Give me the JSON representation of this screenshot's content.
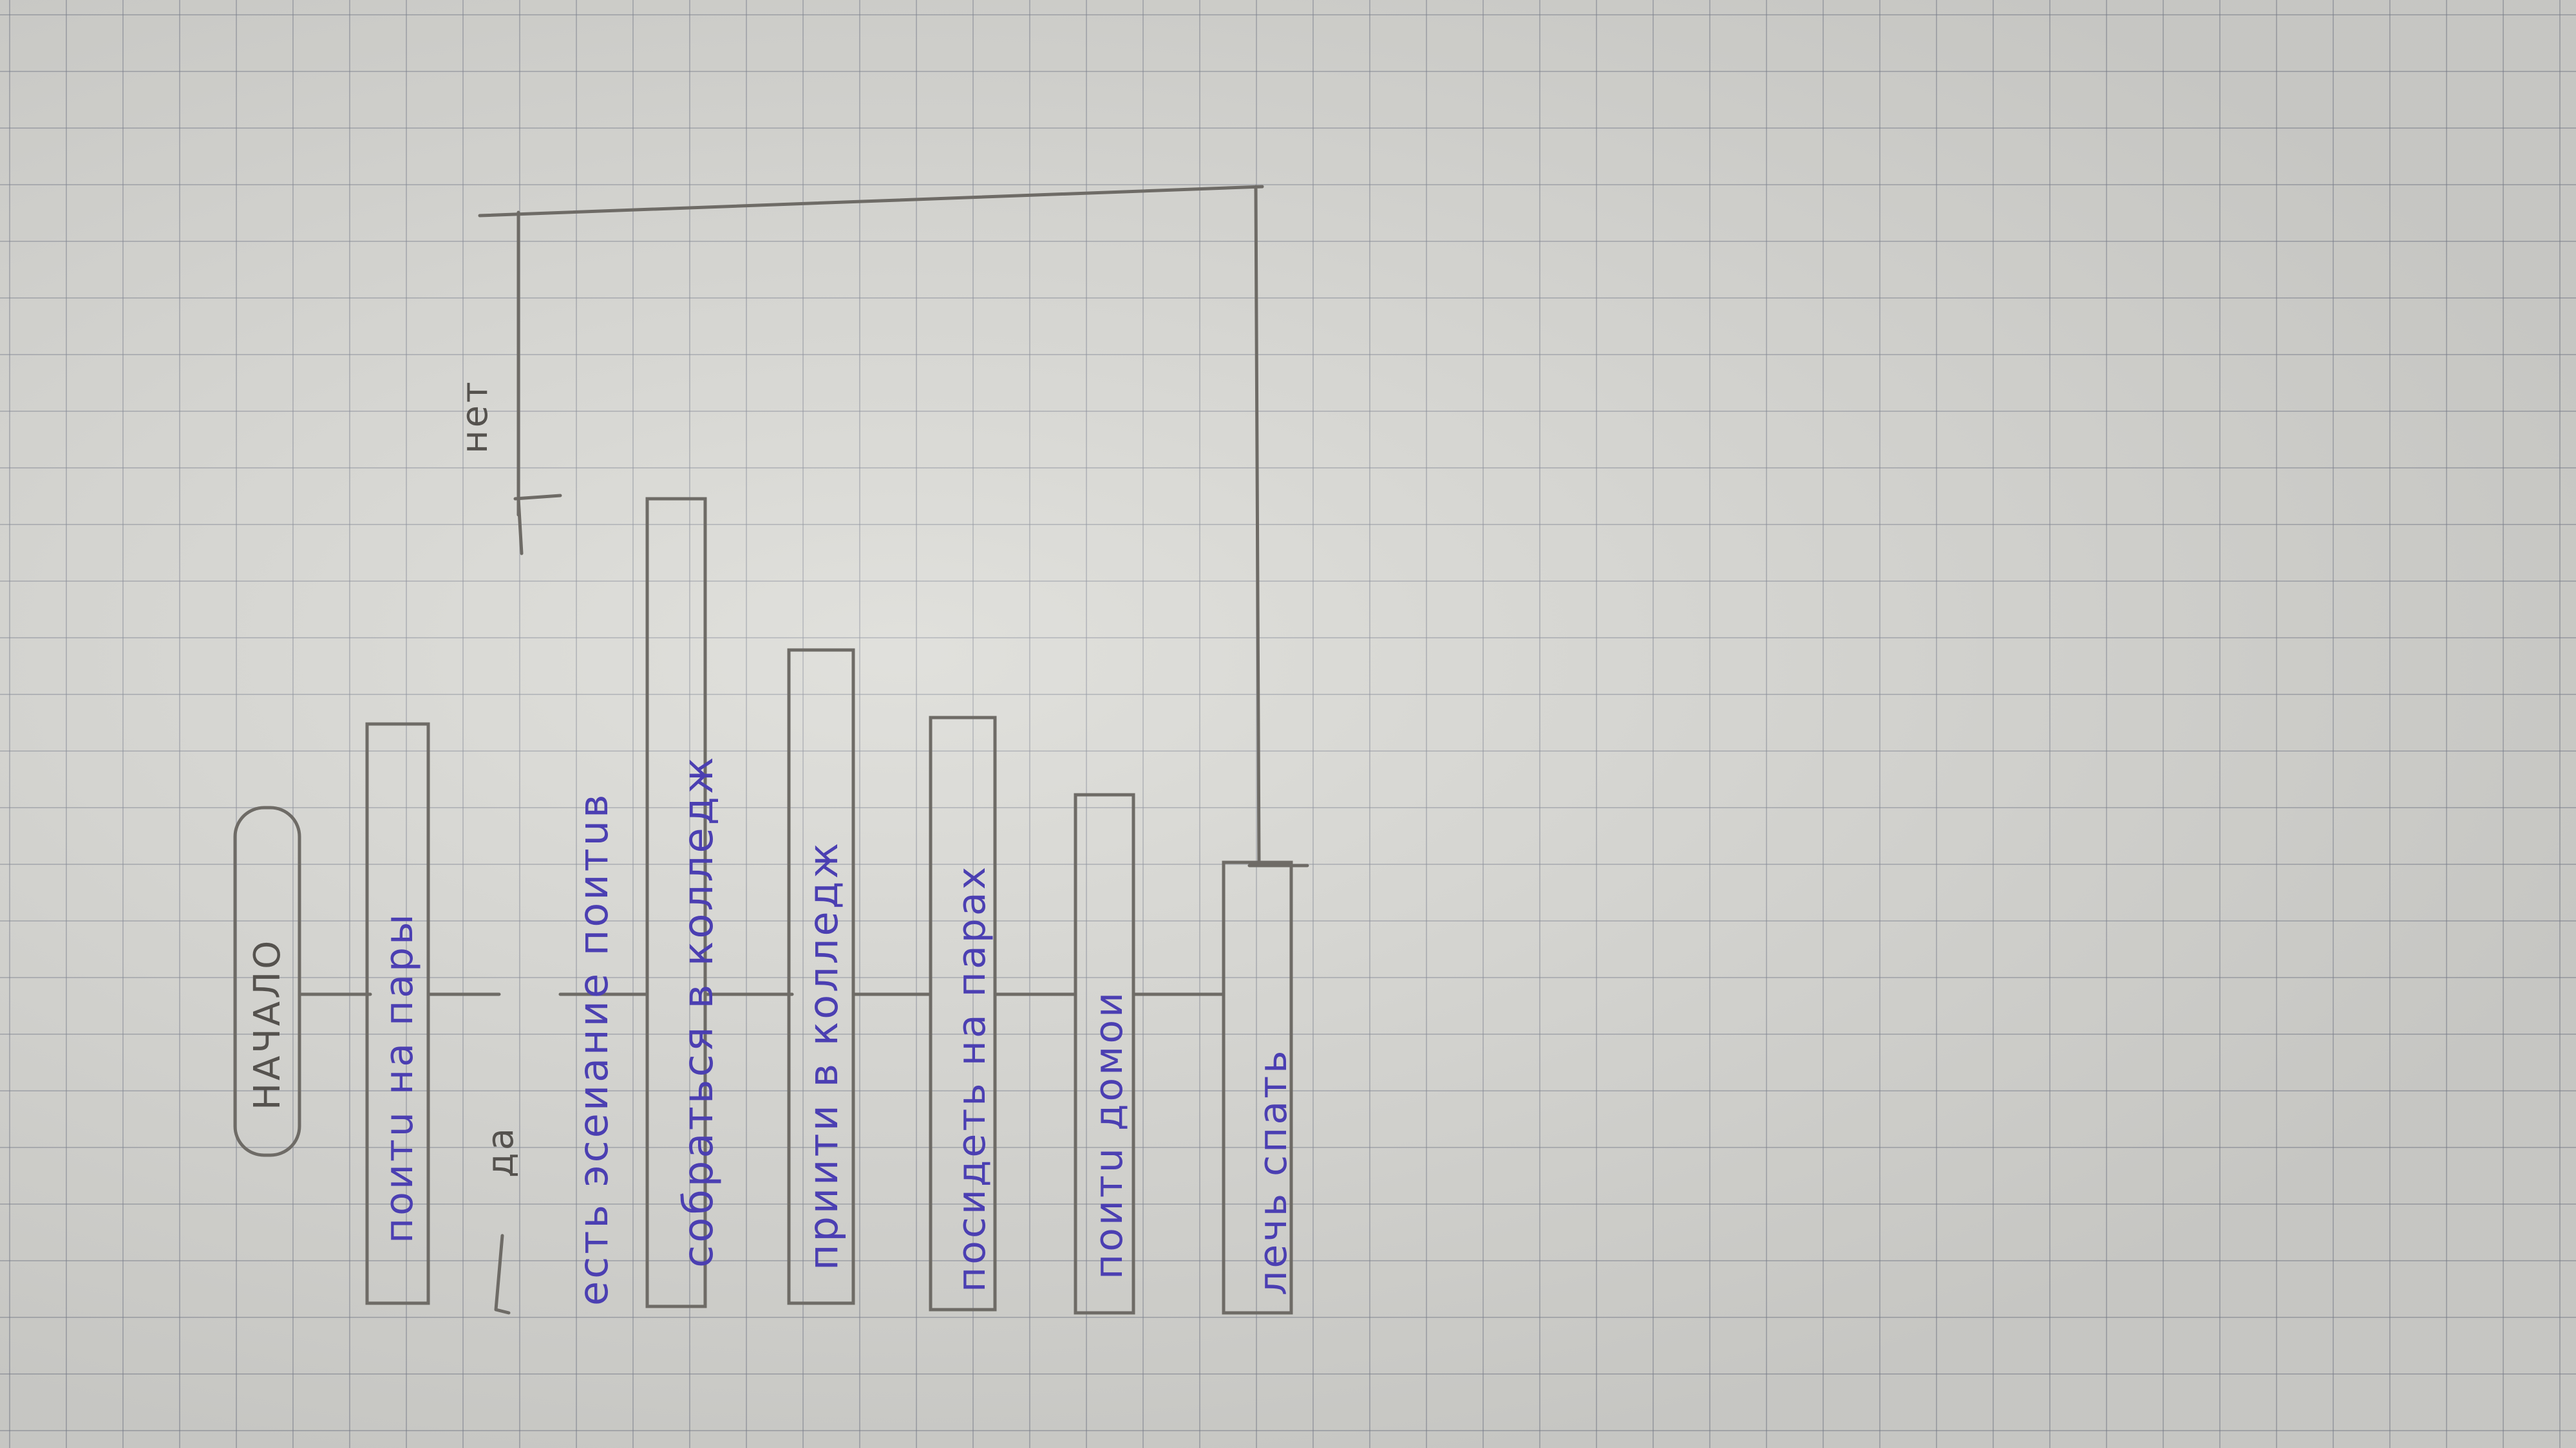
{
  "flowchart": {
    "start": "НАЧАЛО",
    "steps": [
      "поитu на пары",
      "есть эсеиание поитuв",
      "собраться в колледж",
      "приити в колледж",
      "посидеть на парах",
      "поитu домои",
      "лечь спать"
    ],
    "yes_label": "да",
    "no_label": "нет"
  }
}
